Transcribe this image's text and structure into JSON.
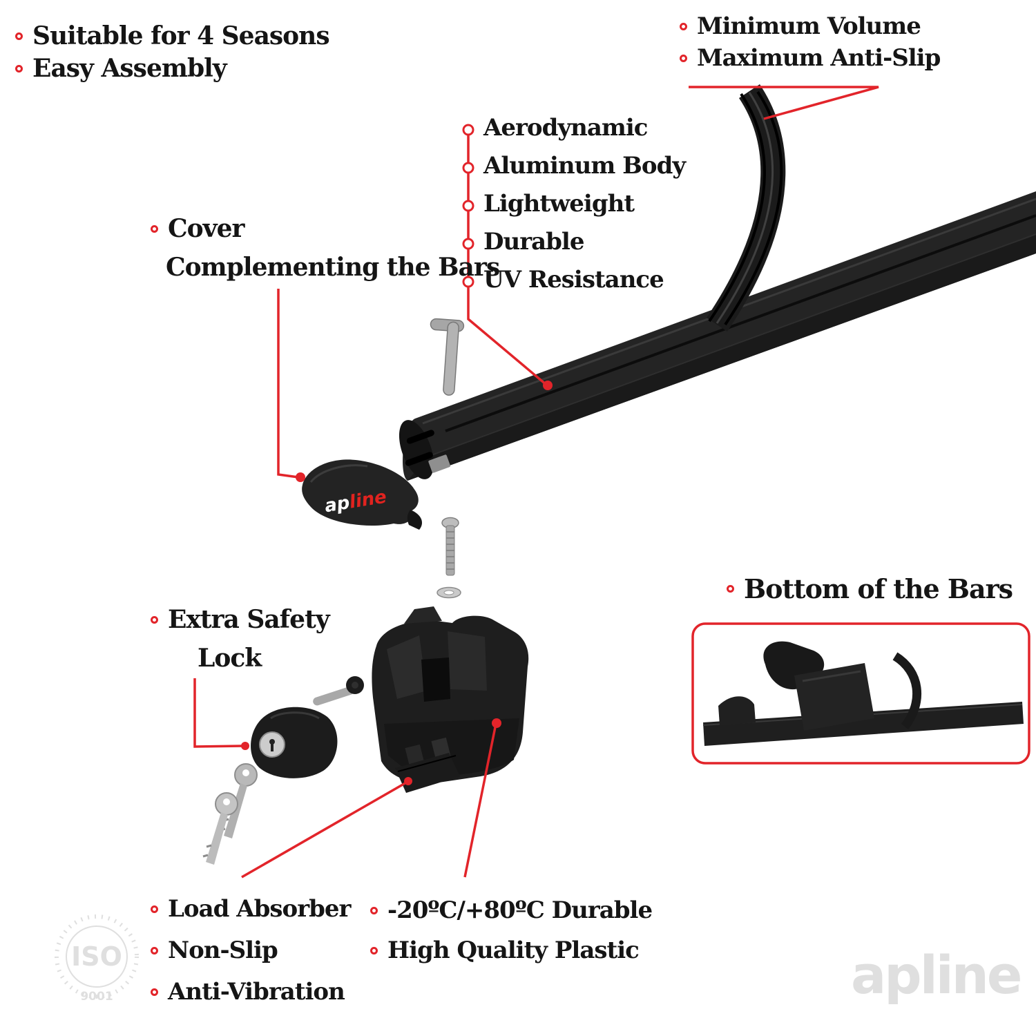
{
  "colors": {
    "accent": "#e2242a",
    "ink": "#151515",
    "watermark_gray": "#dfdfdf"
  },
  "top_left": {
    "items": [
      "Suitable for 4 Seasons",
      "Easy Assembly"
    ]
  },
  "top_right": {
    "items": [
      "Minimum Volume",
      "Maximum Anti-Slip"
    ]
  },
  "bar_features": {
    "items": [
      "Aerodynamic",
      "Aluminum Body",
      "Lightweight",
      "Durable",
      "UV Resistance"
    ]
  },
  "cover_label": {
    "line1": "Cover",
    "line2": "Complementing the Bars"
  },
  "lock_label": {
    "line1": "Extra Safety",
    "line2": "Lock"
  },
  "bottom_bars_label": "Bottom of the Bars",
  "bottom_left": {
    "items": [
      "Load Absorber",
      "Non-Slip",
      "Anti-Vibration"
    ]
  },
  "bottom_mid": {
    "items": [
      "-20ºC/+80ºC Durable",
      "High Quality Plastic"
    ]
  },
  "brand": {
    "cover_logo_ap": "ap",
    "cover_logo_line": "line",
    "watermark": "apline"
  },
  "iso": {
    "title": "ISO",
    "subtitle": "9001"
  }
}
